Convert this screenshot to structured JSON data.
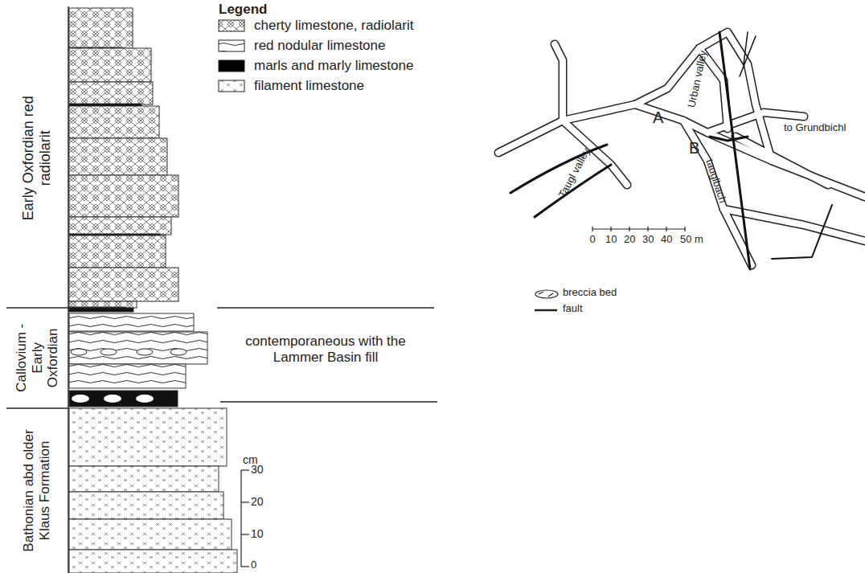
{
  "diagram": {
    "labels": [
      "Early Oxfordian red radiolarit",
      "Callovium - Early Oxfordian",
      "Bathonian abd older Klaus Formation",
      "Legend",
      "contemporaneous with the Lammer Basin fill",
      "cm",
      "30",
      "20",
      "10",
      "0",
      "A",
      "B",
      "Urban valley",
      "Taugl valley",
      "tauglbach",
      "to Grundbichl",
      "0",
      "10",
      "20",
      "30",
      "40",
      "50 m"
    ],
    "legend": [
      {
        "text": "cherty limestone, radiolarit"
      },
      {
        "text": "red nodular limestone"
      },
      {
        "text": "marls and marly limestone",
        "color": "#000000"
      },
      {
        "text": "filament limestone"
      },
      {
        "text": "breccia bed"
      },
      {
        "text": "fault"
      }
    ]
  }
}
